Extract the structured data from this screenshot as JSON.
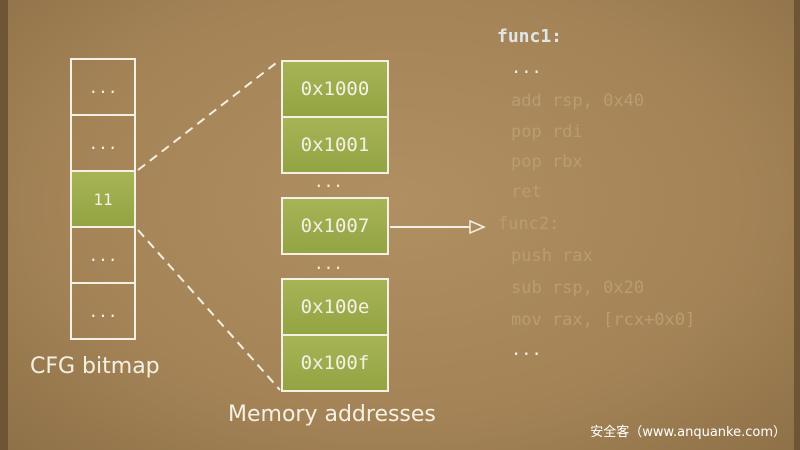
{
  "bitmap": {
    "cells": [
      "...",
      "...",
      "11",
      "...",
      "..."
    ],
    "label": "CFG bitmap"
  },
  "memory": {
    "top": [
      "0x1000",
      "0x1001"
    ],
    "gap1": "...",
    "mid": "0x1007",
    "gap2": "...",
    "bottom": [
      "0x100e",
      "0x100f"
    ],
    "label": "Memory addresses"
  },
  "code": {
    "title": "func1:",
    "lines": [
      "...",
      "add rsp, 0x40",
      "pop rdi",
      "pop rbx",
      "ret",
      "func2:",
      "push rax",
      "sub rsp, 0x20",
      "mov rax, [rcx+0x0]",
      "..."
    ]
  },
  "watermark": "安全客（www.anquanke.com）"
}
